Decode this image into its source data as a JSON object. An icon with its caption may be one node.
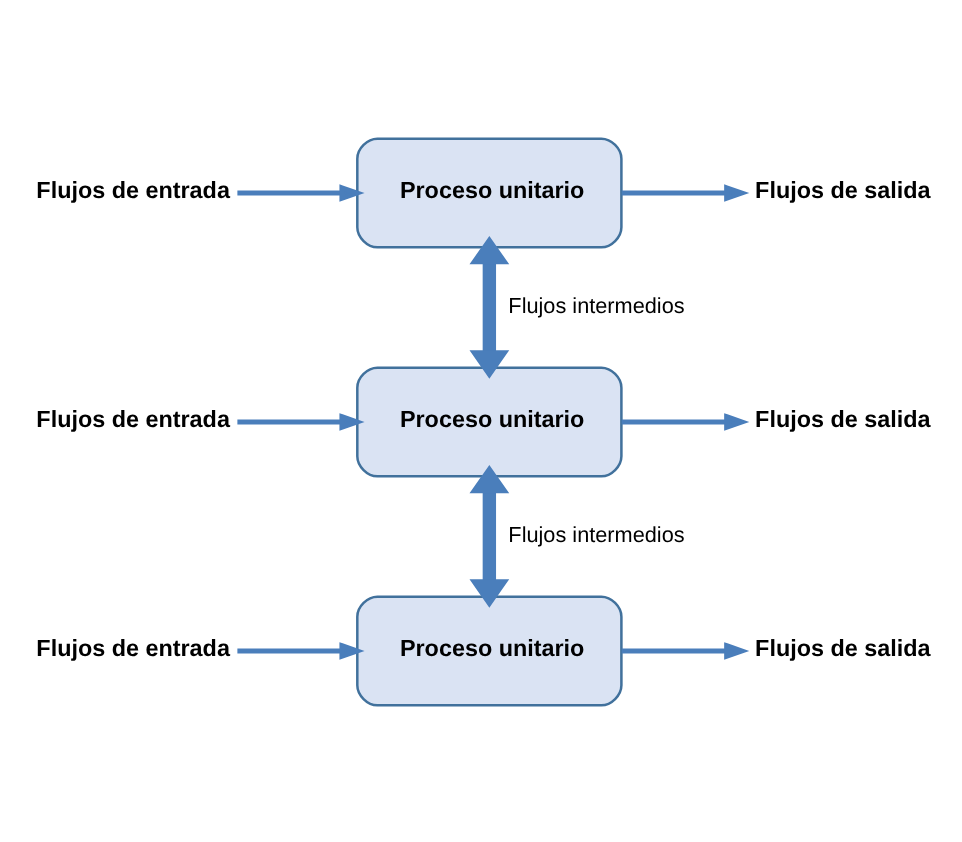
{
  "diagram": {
    "nodes": [
      {
        "text": [
          "Flujos de entrada"
        ]
      },
      {
        "text": [
          "Proceso unitario"
        ]
      },
      {
        "text": [
          "Flujos de salida"
        ]
      },
      {
        "text": [
          "Flujos de entrada"
        ]
      },
      {
        "text": [
          "Proceso unitario"
        ]
      },
      {
        "text": [
          "Flujos de salida"
        ]
      },
      {
        "text": [
          "Flujos de entrada"
        ]
      },
      {
        "text": [
          "Proceso unitario"
        ]
      },
      {
        "text": [
          "Flujos de salida"
        ]
      }
    ],
    "edges": [
      {
        "from": 0,
        "to": 1,
        "arrow": "to"
      },
      {
        "from": 1,
        "to": 2,
        "arrow": "to"
      },
      {
        "from": 1,
        "to": 4,
        "arrow": "both",
        "label": "Flujos intermedios",
        "style": "thick"
      },
      {
        "from": 3,
        "to": 4,
        "arrow": "to"
      },
      {
        "from": 4,
        "to": 5,
        "arrow": "to"
      },
      {
        "from": 4,
        "to": 7,
        "arrow": "both",
        "label": "Flujos intermedios",
        "style": "thick"
      },
      {
        "from": 6,
        "to": 7,
        "arrow": "to"
      },
      {
        "from": 7,
        "to": 8,
        "arrow": "to"
      }
    ]
  }
}
